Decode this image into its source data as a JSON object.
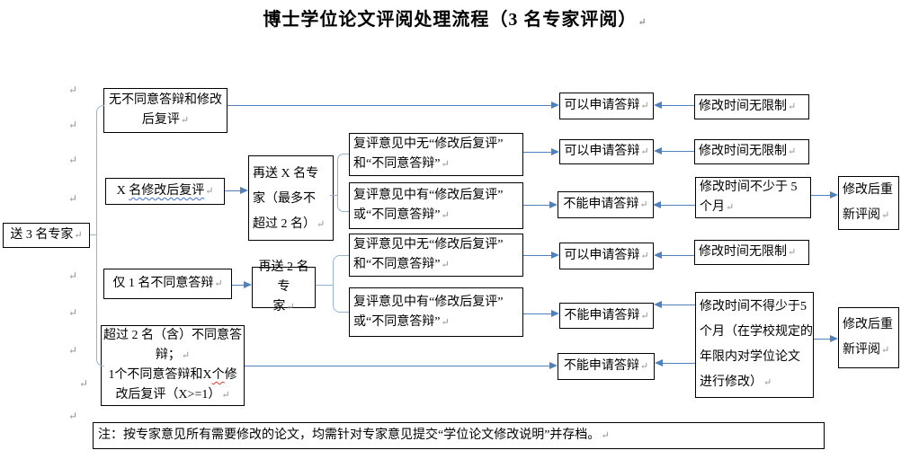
{
  "title": "博士学位论文评阅处理流程（3 名专家评阅）",
  "pmark": "↵",
  "note": "注：按专家意见所有需要修改的论文，均需针对专家意见提交“学位论文修改说明”并存档。",
  "nodes": {
    "start": "送 3 名专家",
    "branch1": {
      "l1": "无不同意答辩和修改",
      "l2": "后复评"
    },
    "branch2": {
      "pre": "X ",
      "wavy": "名修改后复评"
    },
    "branch3": "仅 1 名不同意答辩",
    "branch4": {
      "l1": "超过 2 名（含）不同意答",
      "l2": "辩；",
      "l3a": "1个不同意答辩和X",
      "l3wavy": "个",
      "l3b": "修",
      "l4": "改后复评（X>=1）"
    },
    "resend_x": {
      "l1": "再送 X 名专",
      "l2": "家（最多不",
      "l3": "超过 2 名）"
    },
    "resend_2": {
      "l1": "再送 2 名专",
      "l2": "家"
    },
    "review_no": {
      "l1": "复评意见中无“修改后复评”",
      "l2": "和“不同意答辩”"
    },
    "review_yes": {
      "l1": "复评意见中有“修改后复评”",
      "l2": "或“不同意答辩”"
    },
    "can_defend": "可以申请答辩",
    "cannot_defend": "不能申请答辩",
    "no_limit": "修改时间无限制",
    "min5": {
      "l1": "修改时间不少于  5",
      "l2": "个月"
    },
    "min5_long": {
      "l1": "修改时间不得少于5",
      "l2": "个月（在学校规定的",
      "l3": "年限内对学位论文",
      "l4": "进行修改）"
    },
    "rereview": {
      "l1": "修改后重",
      "l2": "新评阅"
    }
  },
  "colors": {
    "line": "#4f81bd",
    "bracket": "#95b3d7",
    "pmark_gray": "#8f8f8f",
    "wavy_blue": "#3b6fd4",
    "wavy_red": "#e03c31"
  }
}
